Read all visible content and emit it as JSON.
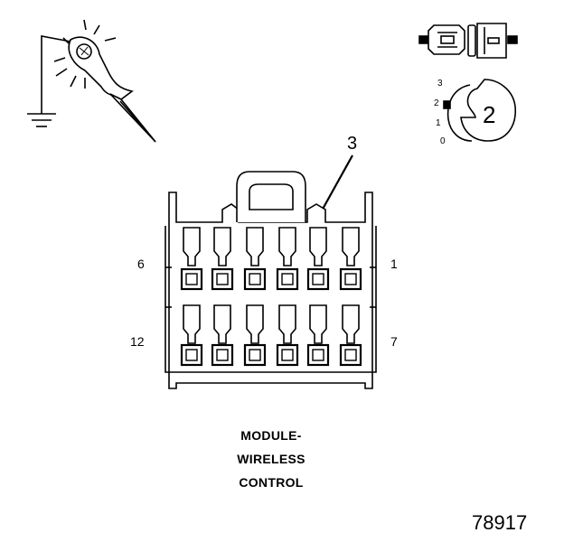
{
  "connector": {
    "pin_left_top": "6",
    "pin_right_top": "1",
    "pin_left_bottom": "12",
    "pin_right_bottom": "7",
    "callout": "3",
    "caption": [
      "MODULE-",
      "WIRELESS",
      "CONTROL"
    ]
  },
  "ignition_key": {
    "positions": [
      "3",
      "2",
      "1",
      "0"
    ],
    "selected": "2"
  },
  "figure_number": "78917",
  "icons": [
    "test-light-probe-icon",
    "connector-plug-icon",
    "ignition-switch-icon"
  ],
  "colors": {
    "line": "#000000",
    "background": "#ffffff"
  }
}
